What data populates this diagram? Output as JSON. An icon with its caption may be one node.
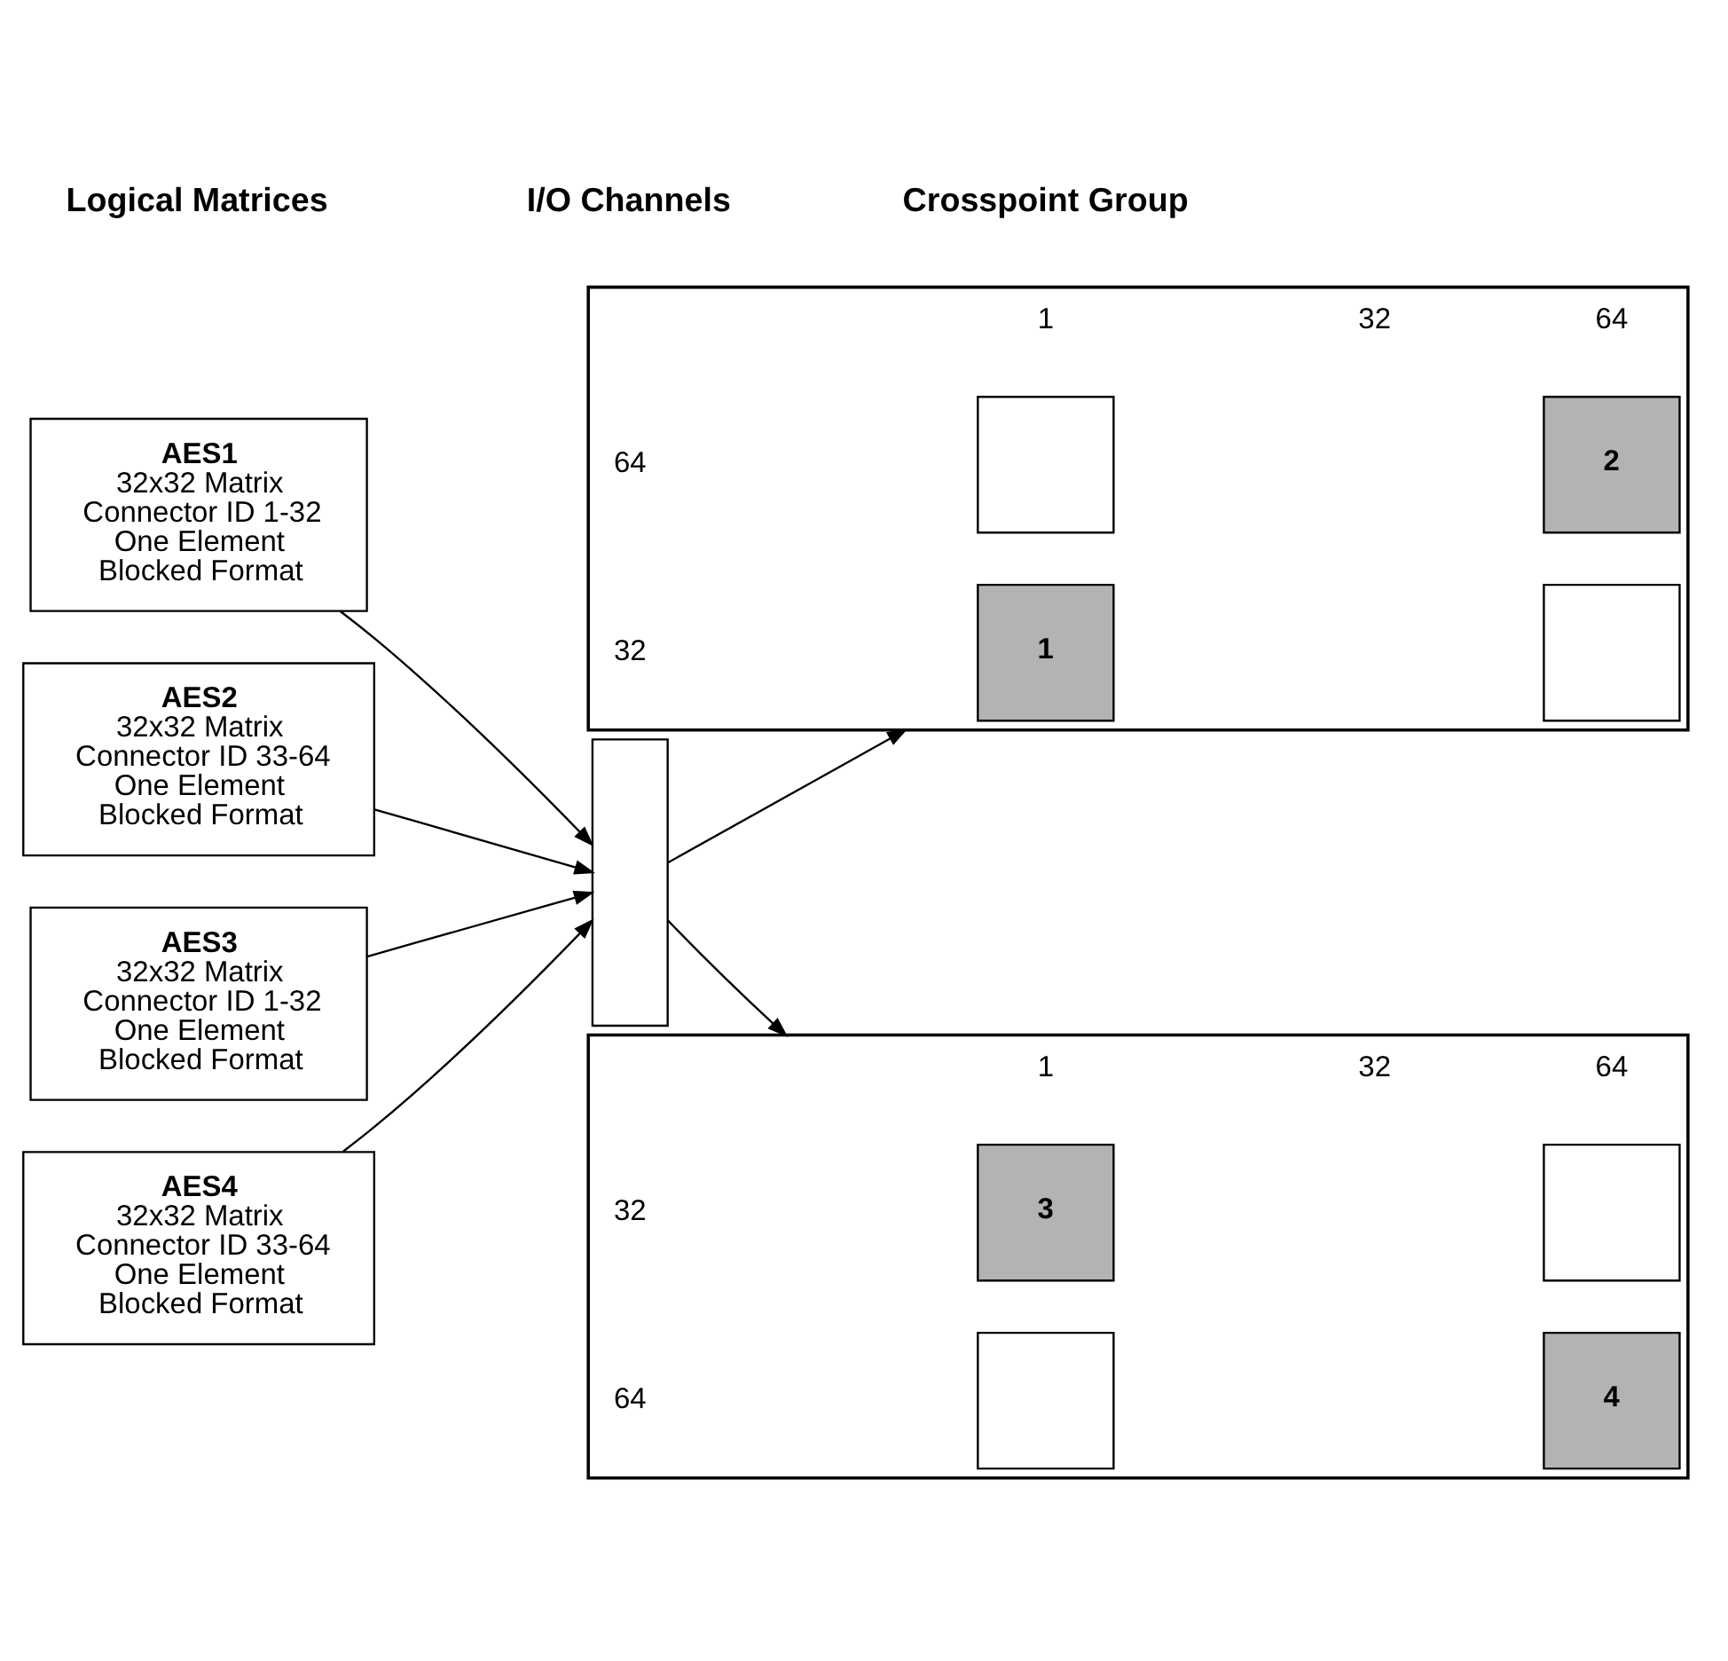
{
  "diagram": {
    "nodes": [
      {
        "text": [
          "AES1",
          "32x32 Matrix Connector ID 1-32 One Element Blocked Format"
        ]
      },
      {
        "text": [
          "AES2",
          "32x32 Matrix Connector ID 33-64 One Element Blocked Format"
        ]
      },
      {
        "text": [
          "AES3",
          "32x32 Matrix Connector ID 1-32 One Element Blocked Format"
        ]
      },
      {
        "text": [
          "AES4",
          "32x32 Matrix Connector ID 33-64 One Element Blocked Format"
        ]
      },
      {
        "text": [],
        "shape": "box"
      },
      {
        "text": [],
        "shape": "box"
      },
      {
        "text": [
          "1"
        ],
        "in": 5
      },
      {
        "text": [],
        "shape": "box",
        "in": 5
      },
      {
        "text": [],
        "shape": "box",
        "in": 5
      },
      {
        "text": [
          "2"
        ],
        "in": 5
      },
      {
        "text": [],
        "shape": "box"
      },
      {
        "text": [
          "3"
        ],
        "in": 10
      },
      {
        "text": [],
        "shape": "box",
        "in": 10
      },
      {
        "text": [],
        "shape": "box",
        "in": 10
      },
      {
        "text": [
          "4"
        ],
        "in": 10
      }
    ],
    "edges": [
      {
        "from": 0,
        "to": 4,
        "arrow": "to"
      },
      {
        "from": 1,
        "to": 4,
        "arrow": "to"
      },
      {
        "from": 2,
        "to": 4,
        "arrow": "to"
      },
      {
        "from": 3,
        "to": 4,
        "arrow": "to"
      },
      {
        "from": 4,
        "to": 5,
        "arrow": "to"
      },
      {
        "from": 4,
        "to": 10,
        "arrow": "to"
      }
    ],
    "labels": [
      "Logical Matrices",
      "I/O Channels",
      "Crosspoint Group",
      "1",
      "32",
      "64",
      "32",
      "64",
      "1",
      "32",
      "64",
      "32",
      "64"
    ]
  }
}
